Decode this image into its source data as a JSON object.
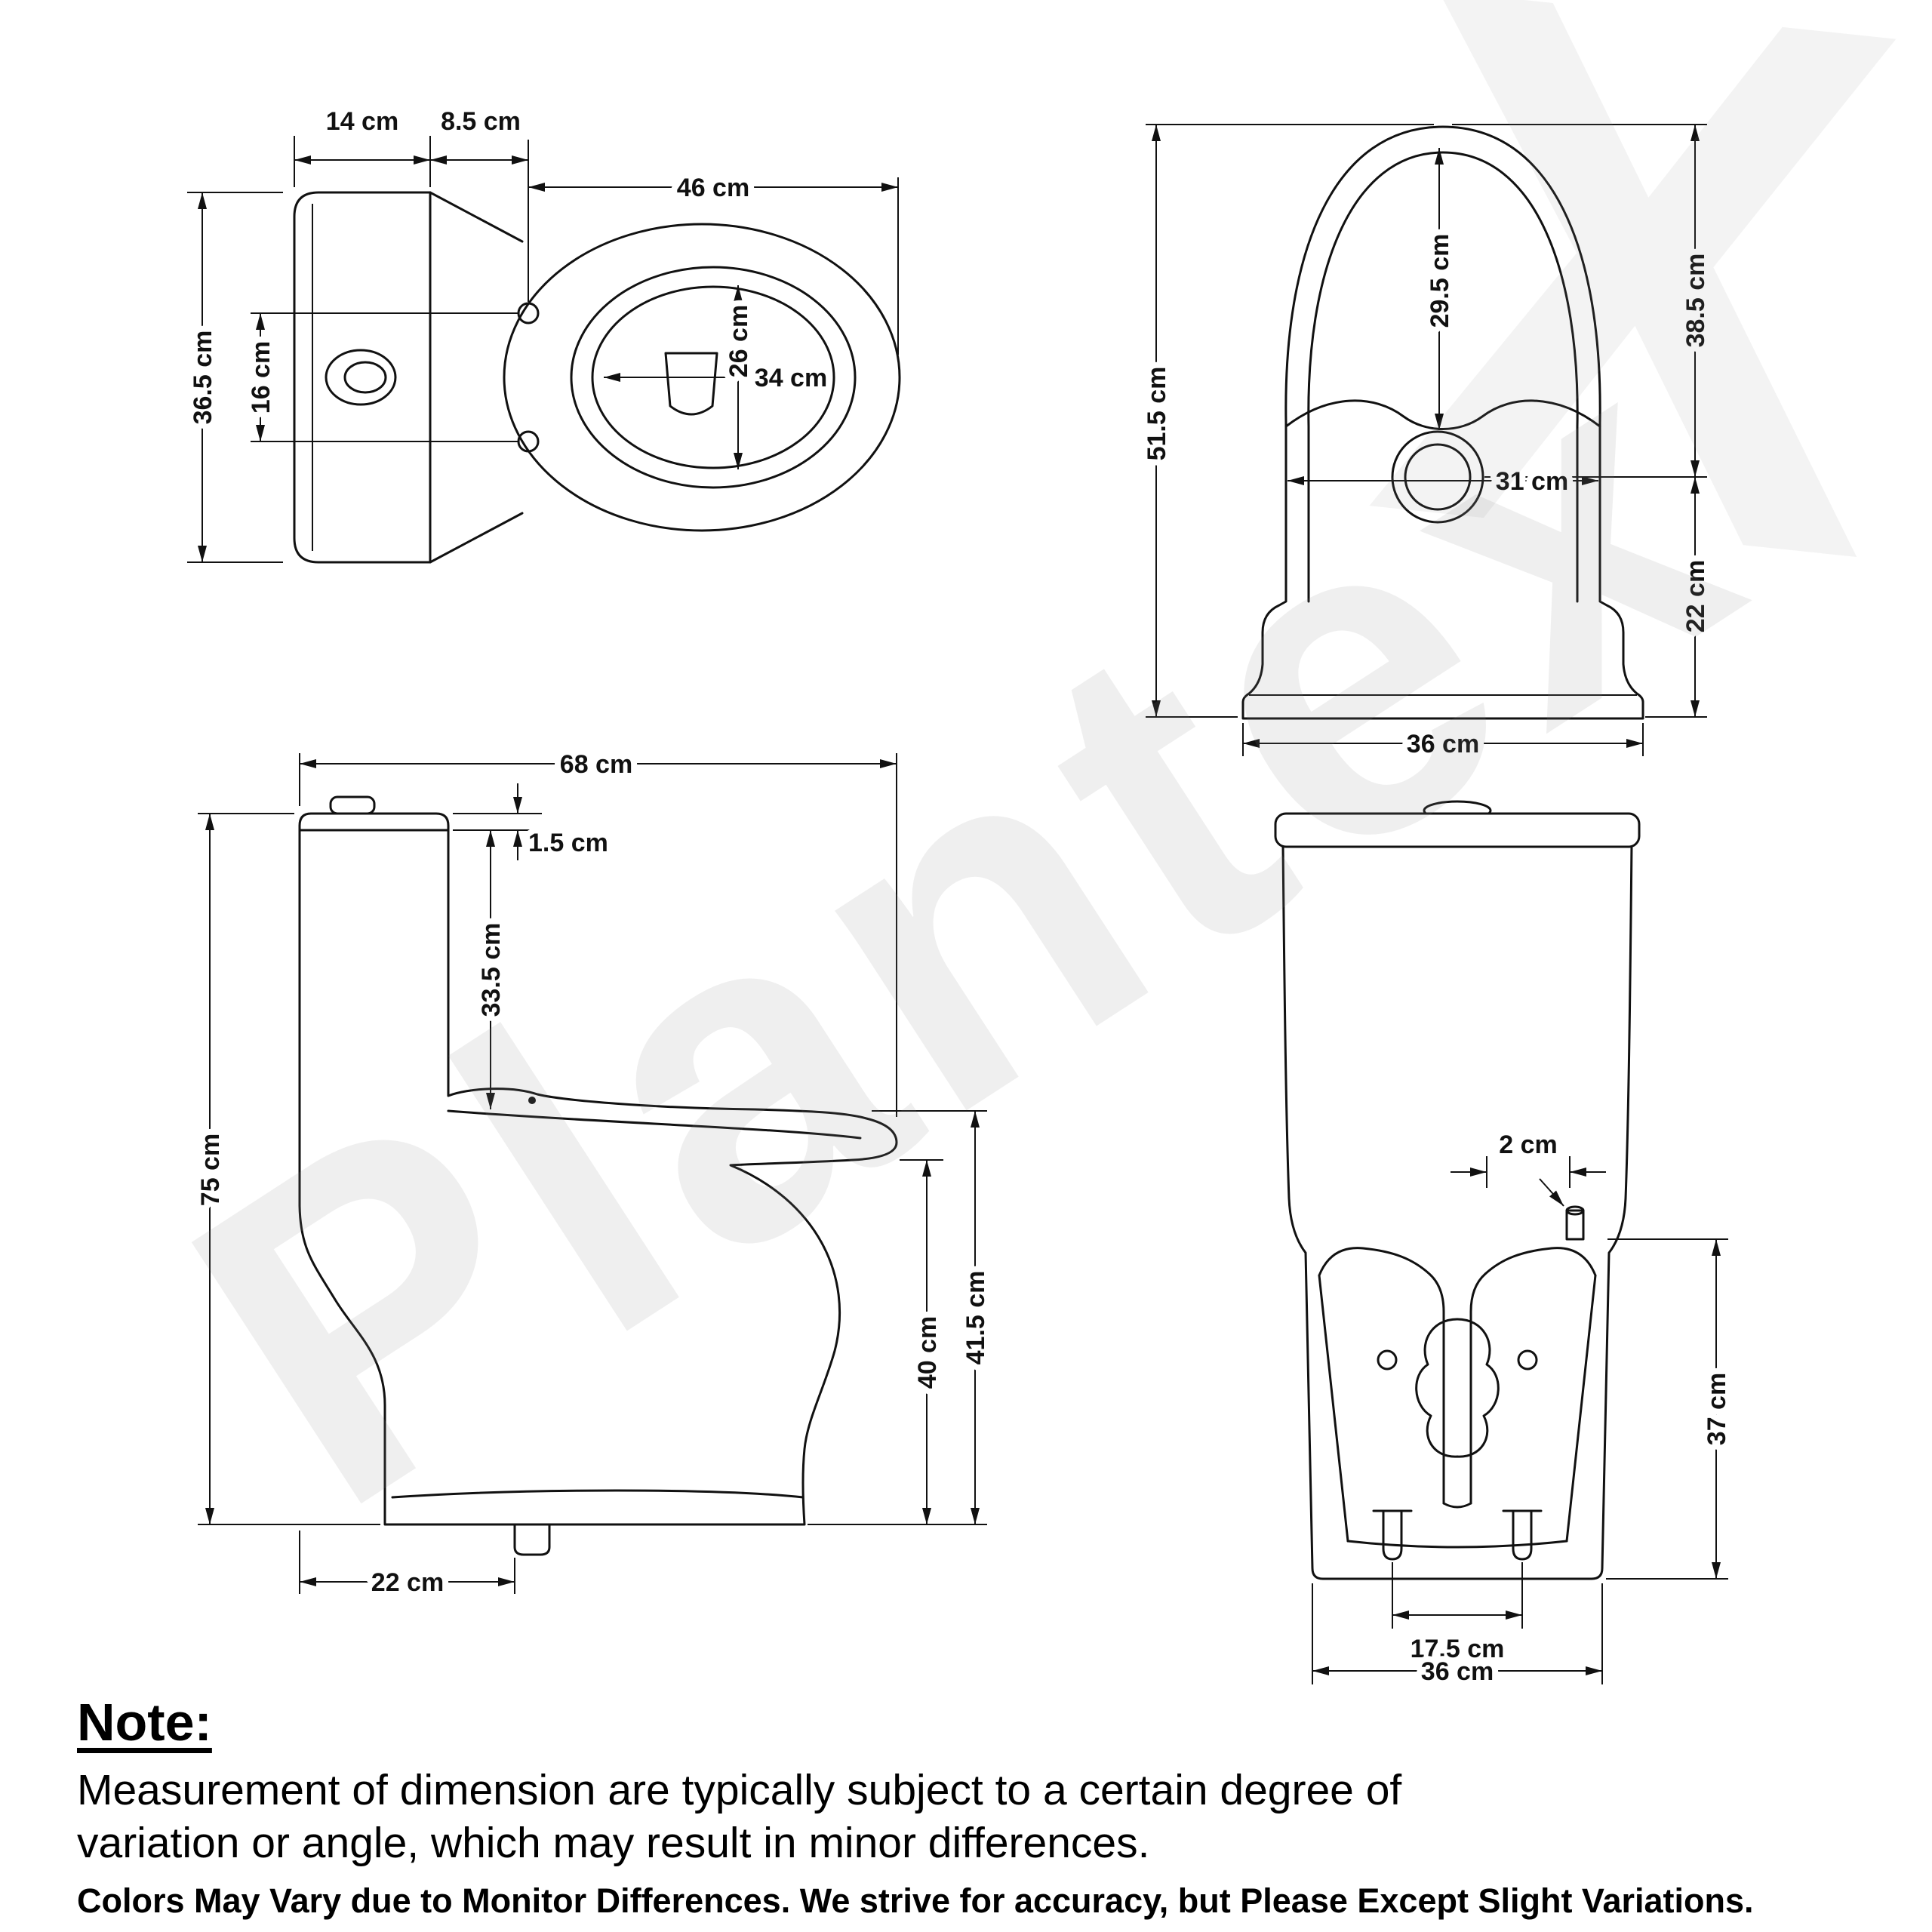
{
  "watermark": {
    "text": "Plantex",
    "mark": "X"
  },
  "top_view": {
    "tank_width": "14 cm",
    "tank_to_bowl": "8.5 cm",
    "bowl_length": "46 cm",
    "overall_width": "36.5 cm",
    "hinge_spacing": "16 cm",
    "opening_width": "26 cm",
    "opening_length": "34 cm"
  },
  "front_view": {
    "overall_height": "51.5 cm",
    "top_to_inlet": "29.5 cm",
    "upper_height": "38.5 cm",
    "inlet_width": "31 cm",
    "lower_height": "22 cm",
    "base_width": "36 cm"
  },
  "side_view": {
    "overall_depth": "68 cm",
    "lid_thickness": "1.5 cm",
    "tank_height": "33.5 cm",
    "overall_height": "75 cm",
    "seat_height": "41.5 cm",
    "rim_height": "40 cm",
    "outlet_offset": "22 cm"
  },
  "rear_view": {
    "inlet_offset": "2 cm",
    "lower_height": "37 cm",
    "bolt_spacing": "17.5 cm",
    "base_width": "36 cm"
  },
  "note": {
    "title": "Note:",
    "line1": "Measurement of dimension are typically subject to a certain degree of",
    "line2": "variation or angle, which may result in minor differences.",
    "line3": "Colors May Vary due to Monitor Differences. We strive for accuracy, but Please Except Slight Variations."
  }
}
